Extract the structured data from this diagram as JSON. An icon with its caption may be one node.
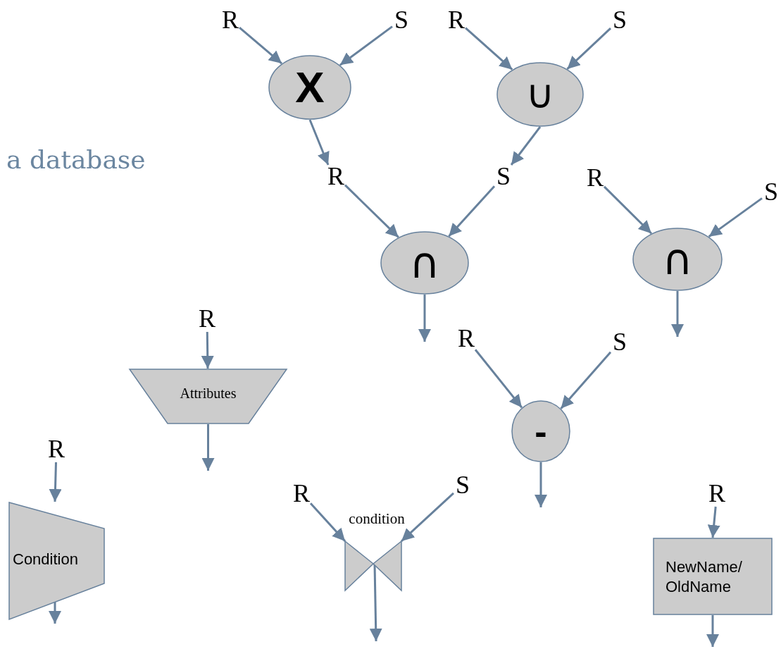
{
  "diagram": {
    "nodes": [
      {
        "text": [
          "R"
        ]
      },
      {
        "text": [
          "S"
        ]
      },
      {
        "text": [
          "R"
        ]
      },
      {
        "text": [
          "S"
        ]
      },
      {
        "text": [
          "X"
        ]
      },
      {
        "text": [
          "∪"
        ]
      },
      {
        "text": [
          "R"
        ]
      },
      {
        "text": [
          "S"
        ]
      },
      {
        "text": [
          "R"
        ]
      },
      {
        "text": [
          "S"
        ]
      },
      {
        "text": [
          "∩"
        ]
      },
      {
        "text": [
          "∩"
        ]
      },
      {
        "text": [
          "R"
        ]
      },
      {
        "text": [
          "R"
        ]
      },
      {
        "text": [
          "S"
        ]
      },
      {
        "text": [
          "Attributes"
        ]
      },
      {
        "text": [
          "-"
        ]
      },
      {
        "text": [
          "R"
        ]
      },
      {
        "text": [
          "R"
        ]
      },
      {
        "text": [
          "S"
        ]
      },
      {
        "text": [
          "R"
        ]
      },
      {
        "text": [
          "Condition"
        ]
      },
      {
        "text": [
          "condition"
        ]
      },
      {
        "text": [
          "NewName/ OldName"
        ]
      }
    ],
    "edges": [
      {
        "from": 0,
        "to": 4,
        "arrow": "to"
      },
      {
        "from": 1,
        "to": 4,
        "arrow": "to"
      },
      {
        "from": 4,
        "to": 6,
        "arrow": "to"
      },
      {
        "from": 2,
        "to": 5,
        "arrow": "to"
      },
      {
        "from": 3,
        "to": 5,
        "arrow": "to"
      },
      {
        "from": 5,
        "to": 7,
        "arrow": "to"
      },
      {
        "from": 6,
        "to": 10,
        "arrow": "to"
      },
      {
        "from": 7,
        "to": 10,
        "arrow": "to"
      },
      {
        "from": 10,
        "to": null,
        "arrow": "to"
      },
      {
        "from": 8,
        "to": 11,
        "arrow": "to"
      },
      {
        "from": 9,
        "to": 11,
        "arrow": "to"
      },
      {
        "from": 11,
        "to": null,
        "arrow": "to"
      },
      {
        "from": 12,
        "to": 15,
        "arrow": "to"
      },
      {
        "from": 15,
        "to": null,
        "arrow": "to"
      },
      {
        "from": 13,
        "to": 16,
        "arrow": "to"
      },
      {
        "from": 14,
        "to": 16,
        "arrow": "to"
      },
      {
        "from": 16,
        "to": null,
        "arrow": "to"
      },
      {
        "from": 17,
        "to": 21,
        "arrow": "to"
      },
      {
        "from": 21,
        "to": null,
        "arrow": "to"
      },
      {
        "from": 18,
        "to": 22,
        "arrow": "to"
      },
      {
        "from": 19,
        "to": 22,
        "arrow": "to"
      },
      {
        "from": 22,
        "to": null,
        "arrow": "to"
      },
      {
        "from": 20,
        "to": 23,
        "arrow": "to"
      },
      {
        "from": 23,
        "to": null,
        "arrow": "to"
      }
    ],
    "labels": [
      "a database"
    ]
  }
}
